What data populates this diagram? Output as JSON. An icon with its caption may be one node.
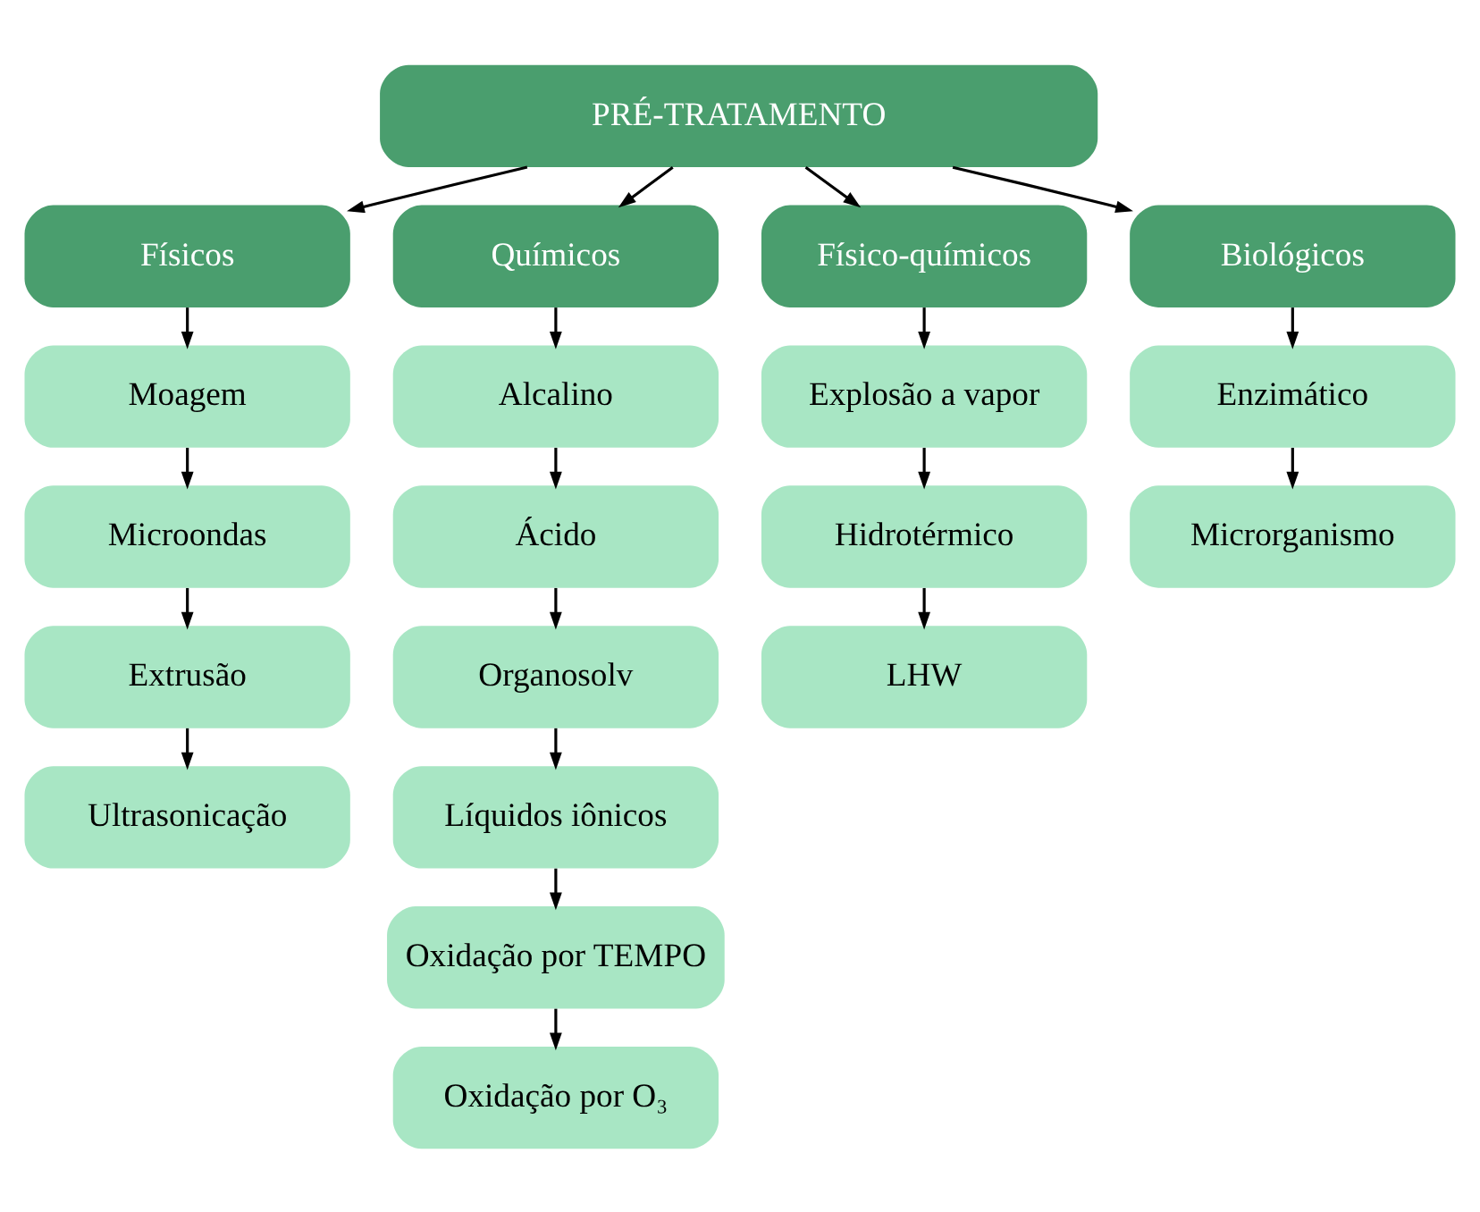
{
  "diagram": {
    "nodes": [
      {
        "text": [
          "PRÉ-TRATAMENTO"
        ]
      },
      {
        "text": [
          "Físicos"
        ]
      },
      {
        "text": [
          "Químicos"
        ]
      },
      {
        "text": [
          "Físico-químicos"
        ]
      },
      {
        "text": [
          "Biológicos"
        ]
      },
      {
        "text": [
          "Moagem"
        ]
      },
      {
        "text": [
          "Microondas"
        ]
      },
      {
        "text": [
          "Extrusão"
        ]
      },
      {
        "text": [
          "Ultrasonicação"
        ]
      },
      {
        "text": [
          "Alcalino"
        ]
      },
      {
        "text": [
          "Ácido"
        ]
      },
      {
        "text": [
          "Organosolv"
        ]
      },
      {
        "text": [
          "Líquidos iônicos"
        ]
      },
      {
        "text": [
          "Oxidação por TEMPO"
        ]
      },
      {
        "text": [
          "Oxidação por O₃"
        ]
      },
      {
        "text": [
          "Explosão a vapor"
        ]
      },
      {
        "text": [
          "Hidrotérmico"
        ]
      },
      {
        "text": [
          "LHW"
        ]
      },
      {
        "text": [
          "Enzimático"
        ]
      },
      {
        "text": [
          "Microrganismo"
        ]
      }
    ],
    "edges": [
      {
        "from": 0,
        "to": 1,
        "arrow": "to"
      },
      {
        "from": 0,
        "to": 2,
        "arrow": "to"
      },
      {
        "from": 0,
        "to": 3,
        "arrow": "to"
      },
      {
        "from": 0,
        "to": 4,
        "arrow": "to"
      },
      {
        "from": 1,
        "to": 5,
        "arrow": "to"
      },
      {
        "from": 5,
        "to": 6,
        "arrow": "to"
      },
      {
        "from": 6,
        "to": 7,
        "arrow": "to"
      },
      {
        "from": 7,
        "to": 8,
        "arrow": "to"
      },
      {
        "from": 2,
        "to": 9,
        "arrow": "to"
      },
      {
        "from": 9,
        "to": 10,
        "arrow": "to"
      },
      {
        "from": 10,
        "to": 11,
        "arrow": "to"
      },
      {
        "from": 11,
        "to": 12,
        "arrow": "to"
      },
      {
        "from": 12,
        "to": 13,
        "arrow": "to"
      },
      {
        "from": 13,
        "to": 14,
        "arrow": "to"
      },
      {
        "from": 3,
        "to": 15,
        "arrow": "to"
      },
      {
        "from": 15,
        "to": 16,
        "arrow": "to"
      },
      {
        "from": 16,
        "to": 17,
        "arrow": "to"
      },
      {
        "from": 4,
        "to": 18,
        "arrow": "to"
      },
      {
        "from": 18,
        "to": 19,
        "arrow": "to"
      }
    ]
  }
}
